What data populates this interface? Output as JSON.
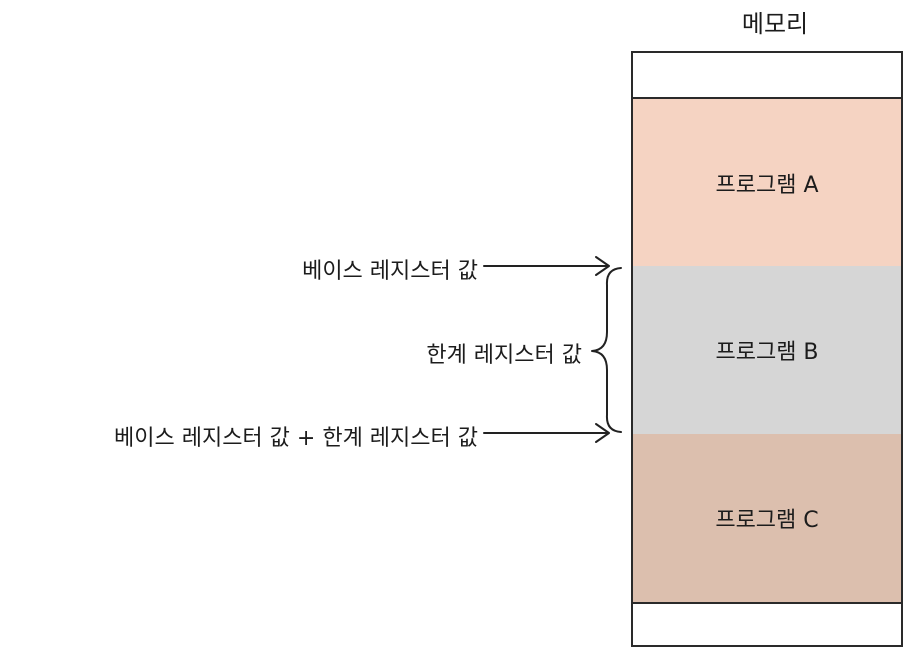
{
  "memory": {
    "title": "메모리",
    "blocks": [
      {
        "label": "프로그램 A",
        "color": "#f5d3c2"
      },
      {
        "label": "프로그램 B",
        "color": "#d6d6d6"
      },
      {
        "label": "프로그램 C",
        "color": "#dcbfae"
      }
    ]
  },
  "annotations": {
    "base": "베이스 레지스터 값",
    "limit": "한계 레지스터 값",
    "base_plus_limit": "베이스 레지스터 값 + 한계 레지스터 값"
  }
}
